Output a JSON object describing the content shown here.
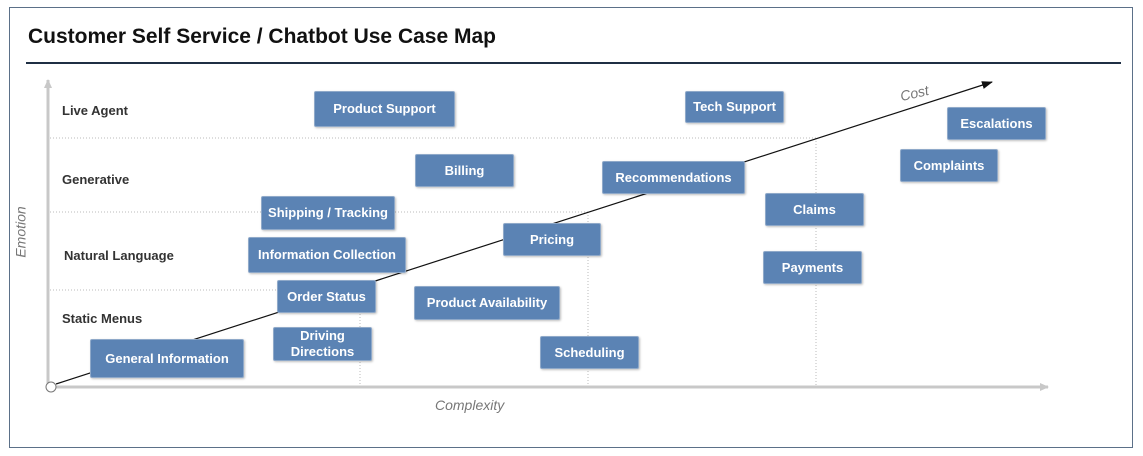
{
  "title": "Customer Self Service / Chatbot Use Case Map",
  "axes": {
    "x_label": "Complexity",
    "y_label": "Emotion",
    "trend_label": "Cost"
  },
  "rows": [
    "Live Agent",
    "Generative",
    "Natural Language",
    "Static Menus"
  ],
  "use_cases": {
    "product_support": "Product Support",
    "tech_support": "Tech Support",
    "escalations": "Escalations",
    "billing": "Billing",
    "recommendations": "Recommendations",
    "complaints": "Complaints",
    "shipping_tracking": "Shipping / Tracking",
    "claims": "Claims",
    "pricing": "Pricing",
    "information_collection": "Information Collection",
    "payments": "Payments",
    "order_status": "Order Status",
    "product_availability": "Product Availability",
    "driving_directions_1": "Driving",
    "driving_directions_2": "Directions",
    "scheduling": "Scheduling",
    "general_information": "General Information"
  },
  "colors": {
    "box_fill": "#5b83b4",
    "frame": "#5b7088",
    "axis": "#c8c8c8"
  }
}
